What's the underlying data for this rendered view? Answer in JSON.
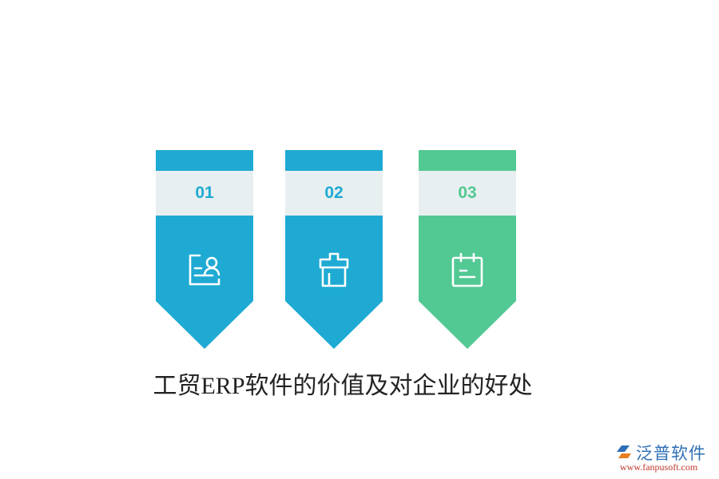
{
  "title": "工贸ERP软件的价值及对企业的好处",
  "colors": {
    "blue": "#1eaad3",
    "green": "#52c993",
    "band": "#e8eff0"
  },
  "cards": [
    {
      "number": "01",
      "icon": "person-card-icon",
      "color": "#1eaad3"
    },
    {
      "number": "02",
      "icon": "gift-box-icon",
      "color": "#1eaad3"
    },
    {
      "number": "03",
      "icon": "calendar-notes-icon",
      "color": "#52c993"
    }
  ],
  "logo": {
    "brand": "泛普软件",
    "url": "www.fanpusoft.com"
  }
}
